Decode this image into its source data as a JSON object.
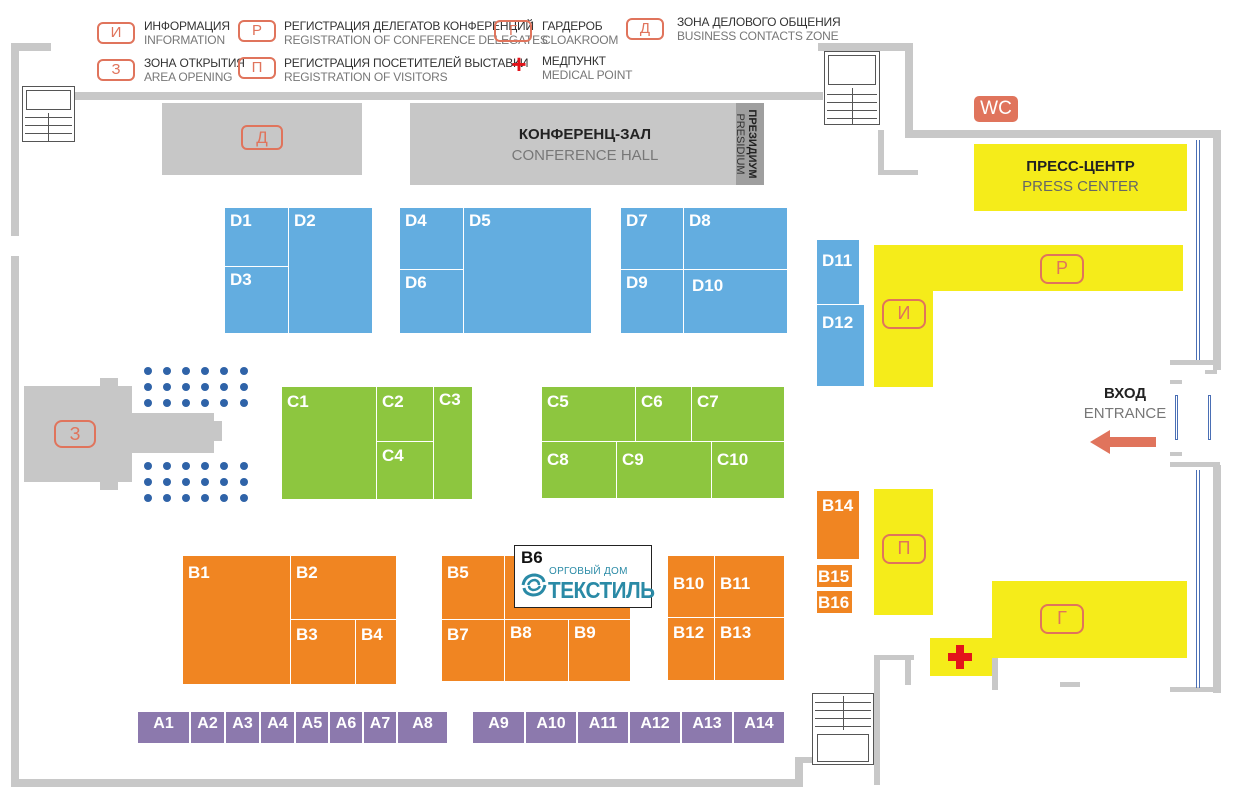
{
  "legend": [
    {
      "code": "И",
      "ru": "ИНФОРМАЦИЯ",
      "en": "INFORMATION"
    },
    {
      "code": "З",
      "ru": "ЗОНА ОТКРЫТИЯ",
      "en": "AREA OPENING"
    },
    {
      "code": "Р",
      "ru": "РЕГИСТРАЦИЯ ДЕЛЕГАТОВ КОНФЕРЕНЦИЙ",
      "en": "REGISTRATION OF CONFERENCE DELEGATES"
    },
    {
      "code": "П",
      "ru": "РЕГИСТРАЦИЯ  ПОСЕТИТЕЛЕЙ ВЫСТАВКИ",
      "en": "REGISTRATION OF  VISITORS"
    },
    {
      "code": "Г",
      "ru": "ГАРДЕРОБ",
      "en": "CLOAKROOM"
    },
    {
      "code": "+",
      "ru": "МЕДПУНКТ",
      "en": "MEDICAL POINT"
    },
    {
      "code": "Д",
      "ru": "ЗОНА ДЕЛОВОГО ОБЩЕНИЯ",
      "en": "BUSINESS CONTACTS ZONE"
    }
  ],
  "zones": {
    "business_code": "Д",
    "opening_code": "З",
    "info_code": "И",
    "reg_delegates_code": "Р",
    "reg_visitors_code": "П",
    "cloak_code": "Г",
    "wc": "WC"
  },
  "conference": {
    "ru": "КОНФЕРЕНЦ-ЗАЛ",
    "en": "CONFERENCE HALL",
    "presidium_ru": "ПРЕЗИДИУМ",
    "presidium_en": "PRESIDIUM"
  },
  "press": {
    "ru": "ПРЕСС-ЦЕНТР",
    "en": "PRESS CENTER"
  },
  "entrance": {
    "ru": "ВХОД",
    "en": "ENTRANCE"
  },
  "sponsor": {
    "booth": "B6",
    "line1": "ОРГОВЫЙ ДОМ",
    "line2": "ТЕКСТИЛЬ"
  },
  "booths": {
    "D1": "D1",
    "D2": "D2",
    "D3": "D3",
    "D4": "D4",
    "D5": "D5",
    "D6": "D6",
    "D7": "D7",
    "D8": "D8",
    "D9": "D9",
    "D10": "D10",
    "D11": "D11",
    "D12": "D12",
    "C1": "C1",
    "C2": "C2",
    "C3": "C3",
    "C4": "C4",
    "C5": "C5",
    "C6": "C6",
    "C7": "C7",
    "C8": "C8",
    "C9": "C9",
    "C10": "C10",
    "B1": "B1",
    "B2": "B2",
    "B3": "B3",
    "B4": "B4",
    "B5": "B5",
    "B7": "B7",
    "B8": "B8",
    "B9": "B9",
    "B10": "B10",
    "B11": "B11",
    "B12": "B12",
    "B13": "B13",
    "B14": "B14",
    "B15": "B15",
    "B16": "B16",
    "A1": "A1",
    "A2": "A2",
    "A3": "A3",
    "A4": "A4",
    "A5": "A5",
    "A6": "A6",
    "A7": "A7",
    "A8": "A8",
    "A9": "A9",
    "A10": "A10",
    "A11": "A11",
    "A12": "A12",
    "A13": "A13",
    "A14": "A14"
  },
  "colors": {
    "blue": "#63ade0",
    "green": "#8dc63f",
    "orange": "#f08522",
    "purple": "#8c79ad",
    "yellow": "#f5ec1a",
    "grey": "#c7c7c7",
    "accent": "#e0745c",
    "medical": "#e3141b"
  }
}
